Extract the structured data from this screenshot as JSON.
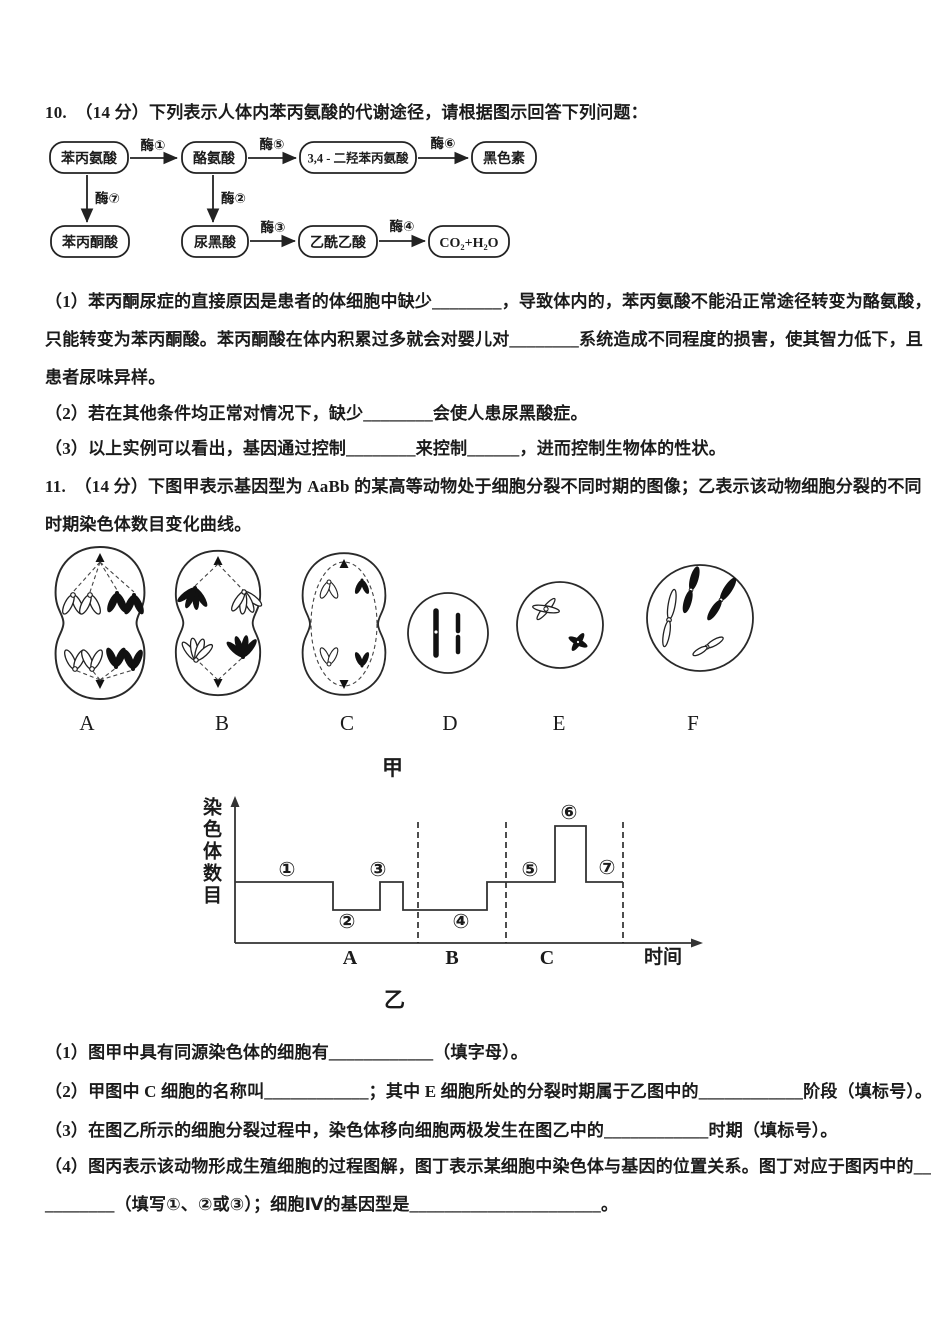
{
  "page": {
    "bg": "#ffffff",
    "ink": "#1b1b1b"
  },
  "q10": {
    "heading": "10.　（14 分）下列表示人体内苯丙氨酸的代谢途径，请根据图示回答下列问题：",
    "flowchart": {
      "row1": [
        "苯丙氨酸",
        "酪氨酸",
        "3,4 - 二羟苯丙氨酸",
        "黑色素"
      ],
      "row2": [
        "苯丙酮酸",
        "尿黑酸",
        "乙酰乙酸",
        "CO₂+H₂O"
      ],
      "enzymes_row1": [
        "酶①",
        "酶⑤",
        "酶⑥"
      ],
      "enzymes_vertical": [
        "酶⑦",
        "酶②"
      ],
      "enzymes_row2": [
        "酶③",
        "酶④"
      ]
    },
    "p1_line1": "（1）苯丙酮尿症的直接原因是患者的体细胞中缺少________，导致体内的，苯丙氨酸不能沿正常途径转变为酪氨酸，",
    "p1_line2": "只能转变为苯丙酮酸。苯丙酮酸在体内积累过多就会对婴儿对________系统造成不同程度的损害，使其智力低下，且",
    "p1_line3": "患者尿味异样。",
    "p2": "（2）若在其他条件均正常对情况下，缺少________会使人患尿黑酸症。",
    "p3": "（3）以上实例可以看出，基因通过控制________来控制______，进而控制生物体的性状。"
  },
  "q11": {
    "heading_line1": "11.　（14 分）下图甲表示基因型为 AaBb 的某高等动物处于细胞分裂不同时期的图像；乙表示该动物细胞分裂的不同",
    "heading_line2": "时期染色体数目变化曲线。",
    "cell_labels": [
      "A",
      "B",
      "C",
      "D",
      "E",
      "F"
    ],
    "fig_jia": "甲",
    "fig_yi": "乙",
    "p1": "（1）图甲中具有同源染色体的细胞有____________（填字母）。",
    "p2": "（2）甲图中 C 细胞的名称叫____________；其中 E 细胞所处的分裂时期属于乙图中的____________阶段（填标号）。",
    "p3": "（3）在图乙所示的细胞分裂过程中，染色体移向细胞两极发生在图乙中的____________时期（填标号）。",
    "p4_line1": "（4）图丙表示该动物形成生殖细胞的过程图解，图丁表示某细胞中染色体与基因的位置关系。图丁对应于图丙中的__",
    "p4_line2": "________（填写①、②或③）；细胞Ⅳ的基因型是______________________。"
  },
  "chart_data": {
    "type": "line",
    "style": "step",
    "title": "乙",
    "ylabel": "染色体数目",
    "xlabel": "时间",
    "x_sections": [
      "A",
      "B",
      "C"
    ],
    "grid": false,
    "axis_arrows": true,
    "segments": [
      {
        "label": "①",
        "section": "A",
        "level_n": 2
      },
      {
        "label": "②",
        "section": "A",
        "level_n": 1
      },
      {
        "label": "③",
        "section": "A",
        "level_n": 2
      },
      {
        "label": "④",
        "section": "B",
        "level_n": 1
      },
      {
        "label": "⑤",
        "section": "B-C",
        "level_n": 2
      },
      {
        "label": "⑥",
        "section": "C",
        "level_n": 4
      },
      {
        "label": "⑦",
        "section": "C",
        "level_n": 2
      }
    ]
  }
}
